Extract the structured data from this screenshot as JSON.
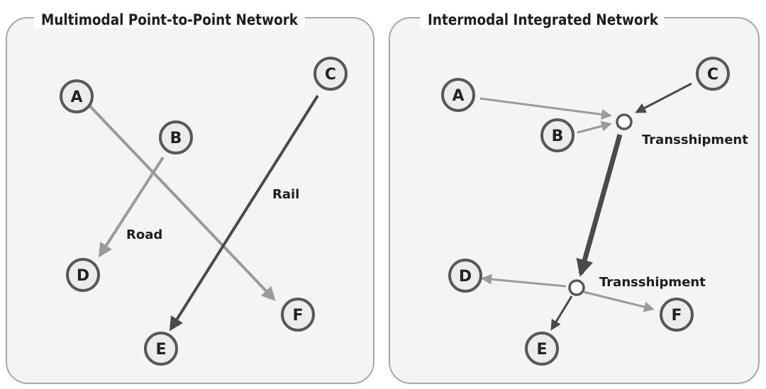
{
  "colors": {
    "panel_border": "#a8a8a8",
    "panel_fill": "#f4f4f4",
    "node_fill": "#ececec",
    "node_stroke": "#575757",
    "road": "#9a9a9a",
    "rail": "#4a4a4a"
  },
  "left_panel": {
    "title": "Multimodal Point-to-Point Network",
    "nodes": {
      "A": "A",
      "B": "B",
      "C": "C",
      "D": "D",
      "E": "E",
      "F": "F"
    },
    "edges": [
      {
        "from": "A",
        "to": "F",
        "mode": "road"
      },
      {
        "from": "B",
        "to": "D",
        "mode": "road"
      },
      {
        "from": "C",
        "to": "E",
        "mode": "rail"
      }
    ],
    "labels": {
      "road": "Road",
      "rail": "Rail"
    }
  },
  "right_panel": {
    "title": "Intermodal Integrated Network",
    "nodes": {
      "A": "A",
      "B": "B",
      "C": "C",
      "D": "D",
      "E": "E",
      "F": "F"
    },
    "hubs": {
      "t1": "Transshipment",
      "t2": "Transshipment"
    },
    "edges": [
      {
        "from": "A",
        "to": "Transshipment 1",
        "mode": "road"
      },
      {
        "from": "B",
        "to": "Transshipment 1",
        "mode": "road"
      },
      {
        "from": "C",
        "to": "Transshipment 1",
        "mode": "rail"
      },
      {
        "from": "Transshipment 1",
        "to": "Transshipment 2",
        "mode": "rail"
      },
      {
        "from": "Transshipment 2",
        "to": "D",
        "mode": "road"
      },
      {
        "from": "Transshipment 2",
        "to": "F",
        "mode": "road"
      },
      {
        "from": "Transshipment 2",
        "to": "E",
        "mode": "rail"
      }
    ]
  }
}
